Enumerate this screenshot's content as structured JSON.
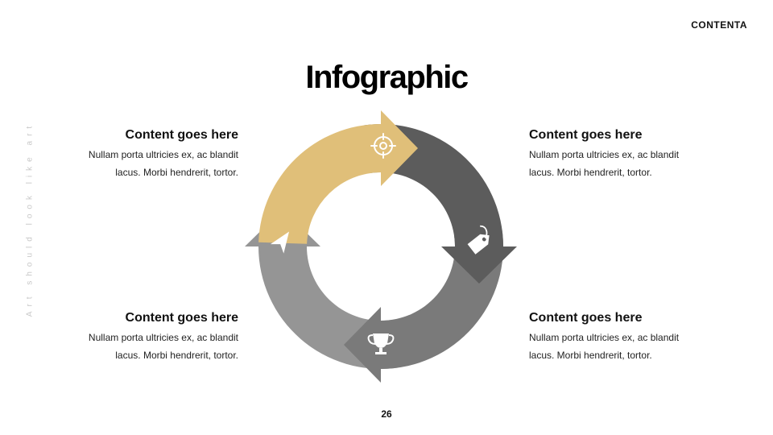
{
  "header": {
    "brand": "CONTENTA"
  },
  "side_text": "Art should look like art",
  "title": "Infographic",
  "colors": {
    "gold": "#E0BF79",
    "dark": "#5C5C5C",
    "mid": "#7A7A7A",
    "light": "#959595"
  },
  "blocks": [
    {
      "position": "top-left",
      "heading": "Content goes here",
      "line1": "Nullam porta ultricies ex, ac blandit",
      "line2": "lacus. Morbi hendrerit, tortor."
    },
    {
      "position": "top-right",
      "heading": "Content goes here",
      "line1": "Nullam porta ultricies ex, ac blandit",
      "line2": "lacus. Morbi hendrerit, tortor."
    },
    {
      "position": "bottom-right",
      "heading": "Content goes here",
      "line1": "Nullam porta ultricies ex, ac blandit",
      "line2": "lacus. Morbi hendrerit, tortor."
    },
    {
      "position": "bottom-left",
      "heading": "Content goes here",
      "line1": "Nullam porta ultricies ex, ac blandit",
      "line2": "lacus. Morbi hendrerit, tortor."
    }
  ],
  "cycle": {
    "segments": [
      {
        "name": "gold",
        "color": "#E0BF79",
        "icon": "target-icon"
      },
      {
        "name": "dark",
        "color": "#5C5C5C",
        "icon": "tag-icon"
      },
      {
        "name": "mid",
        "color": "#7A7A7A",
        "icon": "trophy-icon"
      },
      {
        "name": "light",
        "color": "#959595",
        "icon": "navigation-arrow-icon"
      }
    ]
  },
  "page_number": "26"
}
